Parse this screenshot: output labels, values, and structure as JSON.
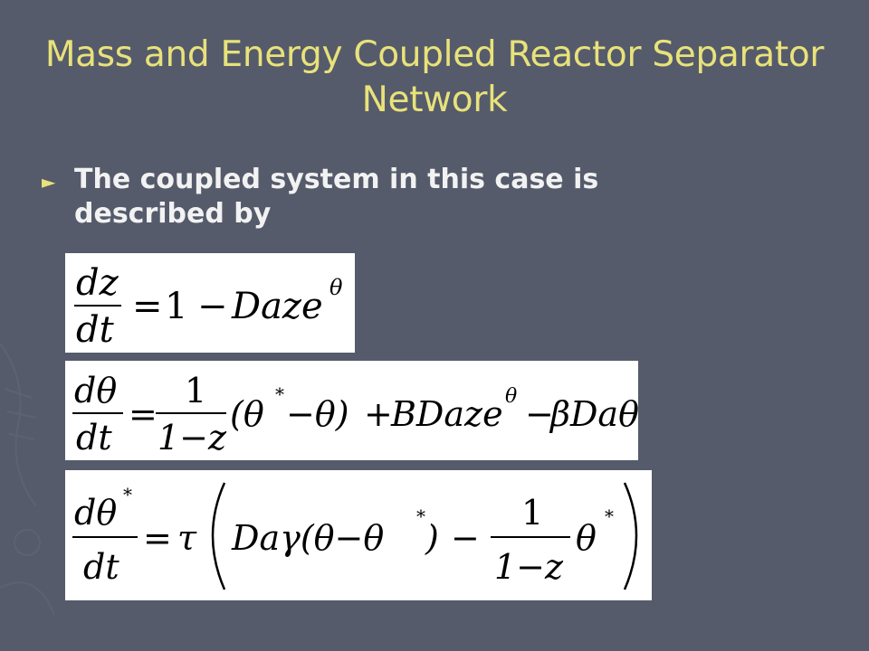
{
  "slide": {
    "title": "Mass and Energy Coupled Reactor Separator Network",
    "bullet": "The coupled system in this case is described by",
    "bullet_icon": "triangle-bullet-icon"
  },
  "equations": [
    {
      "dz_num": "dz",
      "dt_den": "dt",
      "eq": "=",
      "one": "1",
      "minus": "−",
      "rhs": "Daze",
      "exp": "θ"
    },
    {
      "lhs_num": "dθ",
      "lhs_den": "dt",
      "eq": "=",
      "frac_num": "1",
      "frac_den": "1−z",
      "paren": "(θ",
      "star": "*",
      "paren_rest": "−θ)",
      "plus": "+",
      "bdaze": "BDaze",
      "exp": "θ",
      "minus": "−",
      "tail": "βDaθ"
    },
    {
      "lhs_num": "dθ",
      "star": "*",
      "lhs_den": "dt",
      "eq": "=",
      "tau": "τ",
      "inner1": "Daγ(θ−θ",
      "inner1_end": ")",
      "minus": "−",
      "frac_num": "1",
      "frac_den": "1−z",
      "theta": "θ"
    }
  ],
  "colors": {
    "background": "#555b6b",
    "title": "#e8e27a",
    "text": "#f2f2f2",
    "equation_bg": "#ffffff"
  }
}
